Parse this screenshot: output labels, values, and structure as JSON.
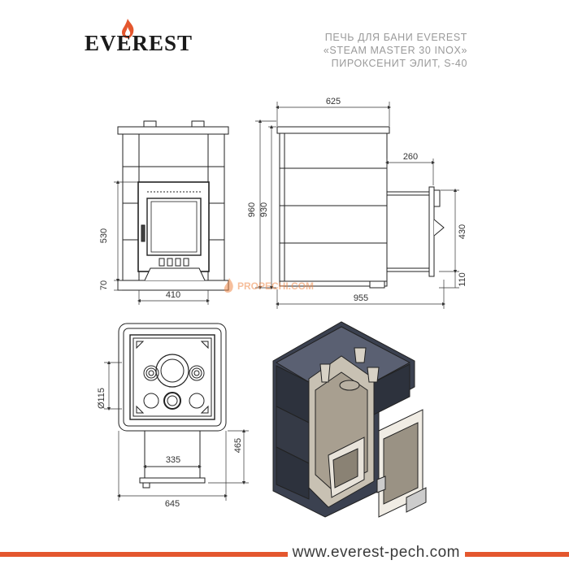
{
  "brand": {
    "logo_text": "EVEREST",
    "accent_color": "#e4572e"
  },
  "title": {
    "line1": "ПЕЧЬ ДЛЯ БАНИ EVEREST",
    "line2": "«STEAM MASTER 30 INOX»",
    "line3": "ПИРОКСЕНИТ ЭЛИТ, S-40"
  },
  "watermark": "PROPECHI.COM",
  "dimensions": {
    "front_height_door": "530",
    "front_height_base": "70",
    "front_width": "410",
    "side_top_width": "625",
    "side_channel": "260",
    "side_height_total": "960",
    "side_height_body": "930",
    "side_tunnel_height": "430",
    "side_tunnel_base": "110",
    "side_total_length": "955",
    "top_hole_diameter": "Ø115",
    "top_channel_length": "465",
    "top_channel_width": "335",
    "top_total_width": "645"
  },
  "footer": {
    "url": "www.everest-pech.com",
    "bar_color": "#e4572e"
  }
}
